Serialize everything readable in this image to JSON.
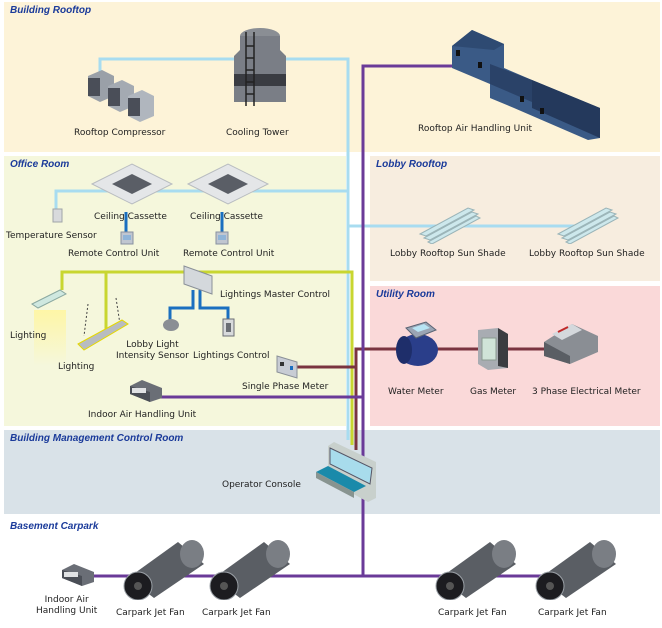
{
  "zones": {
    "building_rooftop": "Building Rooftop",
    "office_room": "Office Room",
    "lobby_rooftop": "Lobby Rooftop",
    "utility_room": "Utility Room",
    "control_room": "Building Management Control Room",
    "basement_carpark": "Basement Carpark"
  },
  "devices": {
    "rooftop_compressor": "Rooftop Compressor",
    "cooling_tower": "Cooling Tower",
    "rooftop_ahu": "Rooftop Air Handling Unit",
    "ceiling_cassette_1": "Ceiling Cassette",
    "ceiling_cassette_2": "Ceiling Cassette",
    "temperature_sensor": "Temperature Sensor",
    "remote_control_1": "Remote Control Unit",
    "remote_control_2": "Remote Control Unit",
    "lightings_master_control": "Lightings Master Control",
    "lighting_1": "Lighting",
    "lighting_2": "Lighting",
    "lobby_light_sensor_1": "Lobby Light",
    "lobby_light_sensor_2": "Intensity Sensor",
    "lightings_control": "Lightings Control",
    "single_phase_meter": "Single Phase Meter",
    "indoor_ahu": "Indoor Air Handling Unit",
    "sun_shade_1": "Lobby Rooftop Sun Shade",
    "sun_shade_2": "Lobby Rooftop Sun Shade",
    "water_meter": "Water Meter",
    "gas_meter": "Gas Meter",
    "three_phase_meter": "3 Phase Electrical Meter",
    "operator_console": "Operator Console",
    "carpark_ahu_1": "Indoor Air",
    "carpark_ahu_2": "Handling Unit",
    "jet_fan_1": "Carpark Jet Fan",
    "jet_fan_2": "Carpark Jet Fan",
    "jet_fan_3": "Carpark Jet Fan",
    "jet_fan_4": "Carpark Jet Fan"
  },
  "colors": {
    "hvac_line": "#a8dcf0",
    "lighting_line": "#c8d630",
    "meter_line": "#7a3440",
    "bms_line": "#6a3a98",
    "control_line": "#1a6fc0",
    "rooftop_bg": "#fdf3d8",
    "office_bg": "#f5f7dc",
    "lobby_bg": "#f7eddf",
    "utility_bg": "#fad9d9",
    "control_bg": "#d9e2e8",
    "title_color": "#1a3a9a"
  }
}
